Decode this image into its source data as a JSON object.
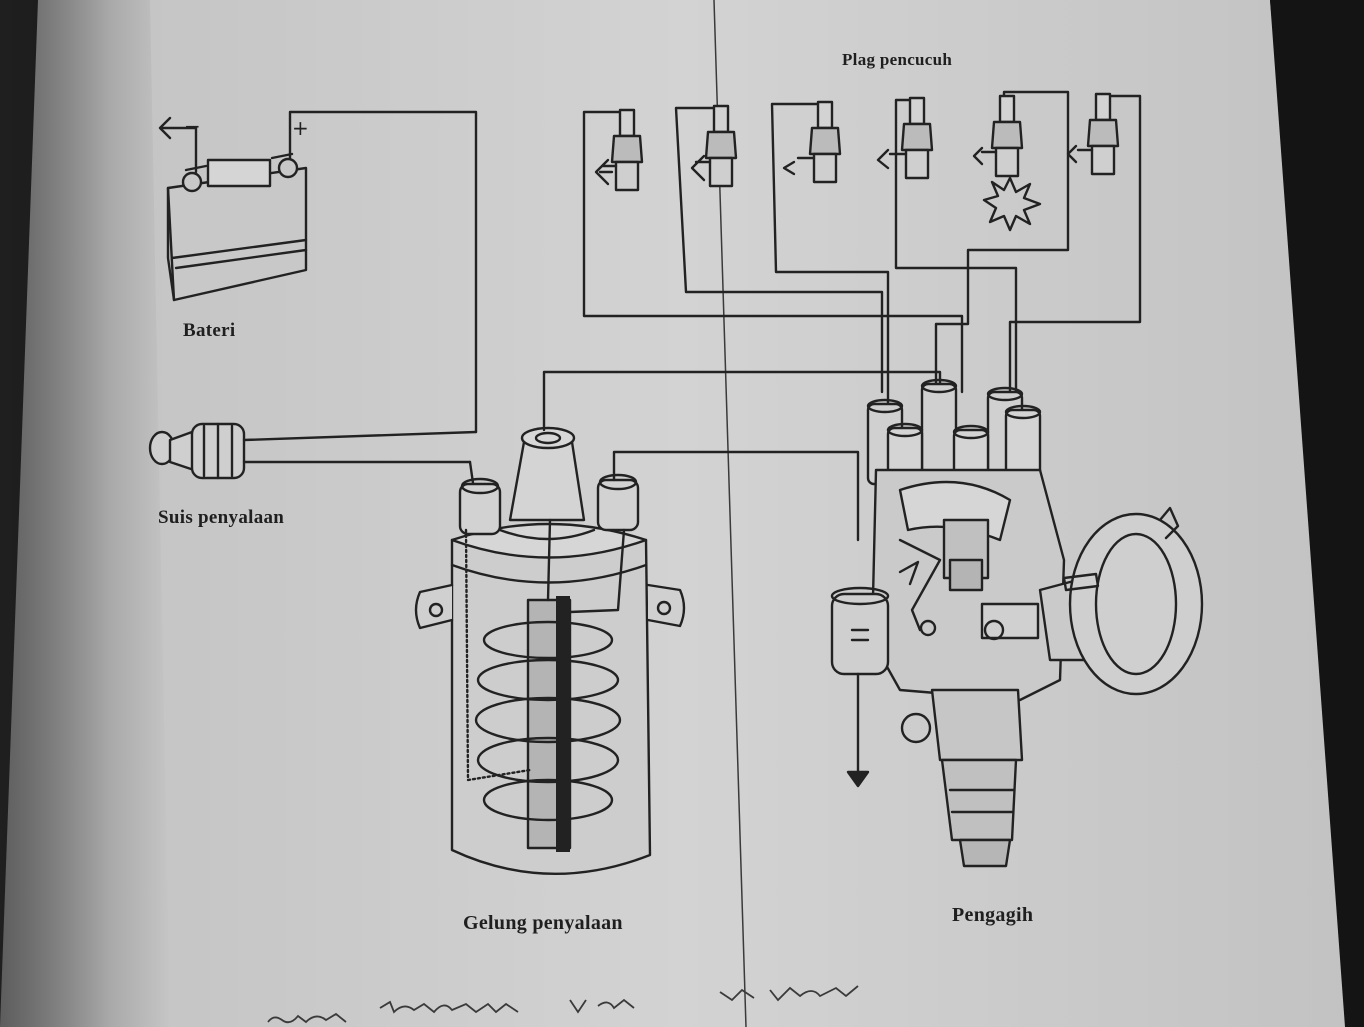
{
  "labels": {
    "spark_plugs": "Plag pencucuh",
    "battery": "Bateri",
    "ignition_switch": "Suis penyalaan",
    "ignition_coil": "Gelung penyalaan",
    "distributor": "Pengagih",
    "handwritten_note": "..."
  },
  "symbols": {
    "battery_negative": "−",
    "battery_positive": "+"
  },
  "colors": {
    "paper": "#cfcfcf",
    "ink": "#222222",
    "background": "#151515"
  }
}
